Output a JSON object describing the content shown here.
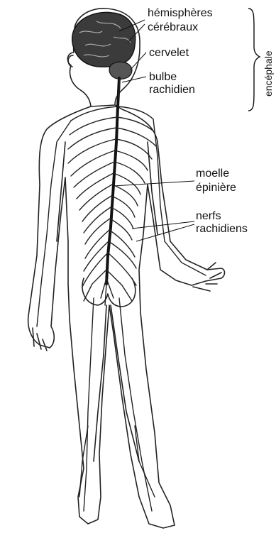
{
  "labels": {
    "hemispheres_line1": "hémisphères",
    "hemispheres_line2": "cérébraux",
    "cervelet": "cervelet",
    "bulbe_line1": "bulbe",
    "bulbe_line2": "rachidien",
    "moelle_line1": "moelle",
    "moelle_line2": "épinière",
    "nerfs_line1": "nerfs",
    "nerfs_line2": "rachidiens",
    "encephale": "encéphale"
  }
}
